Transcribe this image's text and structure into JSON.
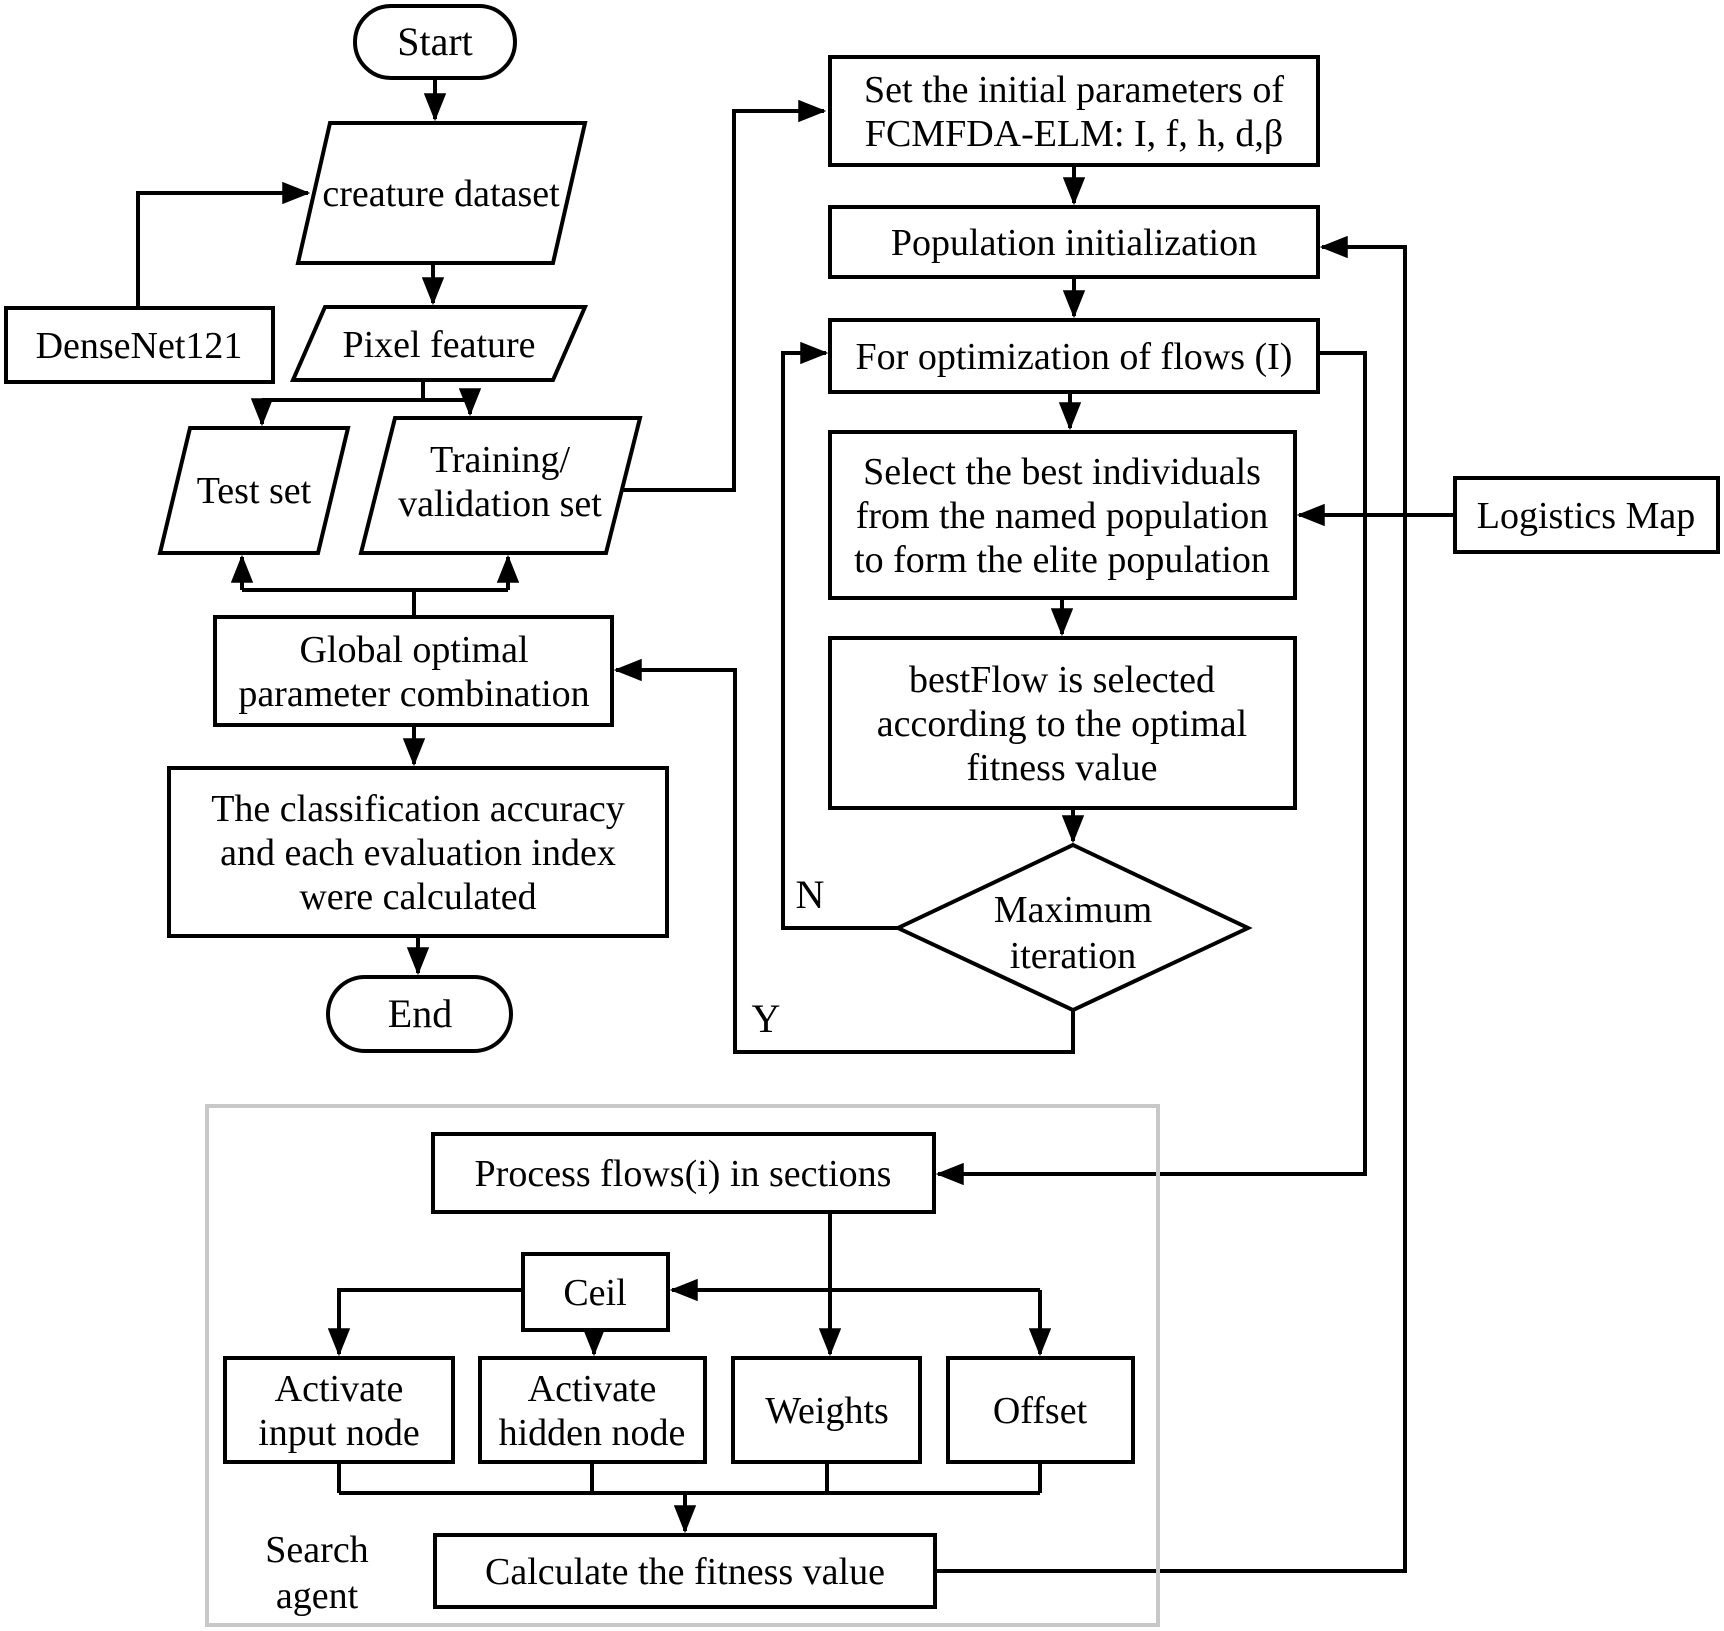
{
  "diagram_type": "flowchart",
  "colors": {
    "line": "#000000",
    "shape_fill": "#ffffff",
    "text": "#000000",
    "container_border": "#c8c8c8",
    "background": "#ffffff"
  },
  "nodes": {
    "start": {
      "shape": "terminator",
      "label": "Start"
    },
    "creature_dataset": {
      "shape": "parallelogram",
      "label": "creature dataset"
    },
    "densenet121": {
      "shape": "rect",
      "label": "DenseNet121"
    },
    "pixel_feature": {
      "shape": "parallelogram",
      "label": "Pixel feature"
    },
    "test_set": {
      "shape": "parallelogram",
      "label": "Test set"
    },
    "training_validation": {
      "shape": "parallelogram",
      "lines": [
        "Training/",
        "validation set"
      ]
    },
    "global_optimal": {
      "shape": "rect",
      "lines": [
        "Global optimal",
        "parameter combination"
      ]
    },
    "classification_accuracy": {
      "shape": "rect",
      "lines": [
        "The classification accuracy",
        "and each evaluation index",
        "were calculated"
      ]
    },
    "end": {
      "shape": "terminator",
      "label": "End"
    },
    "set_params": {
      "shape": "rect",
      "lines": [
        "Set the initial parameters of",
        "FCMFDA-ELM: I, f, h, d,β"
      ]
    },
    "population_init": {
      "shape": "rect",
      "label": "Population initialization"
    },
    "for_optimization": {
      "shape": "rect",
      "label": "For optimization of flows (I)"
    },
    "select_best": {
      "shape": "rect",
      "lines": [
        "Select the best individuals",
        "from the named population",
        "to form the elite population"
      ]
    },
    "best_flow": {
      "shape": "rect",
      "lines": [
        "bestFlow is selected",
        "according to the optimal",
        "fitness value"
      ]
    },
    "max_iteration": {
      "shape": "decision",
      "lines": [
        "Maximum",
        "iteration"
      ]
    },
    "logistics_map": {
      "shape": "rect",
      "label": "Logistics Map"
    },
    "process_flows": {
      "shape": "rect",
      "label": "Process flows(i) in sections"
    },
    "ceil": {
      "shape": "rect",
      "label": "Ceil"
    },
    "activate_input": {
      "shape": "rect",
      "lines": [
        "Activate",
        "input node"
      ]
    },
    "activate_hidden": {
      "shape": "rect",
      "lines": [
        "Activate",
        "hidden node"
      ]
    },
    "weights": {
      "shape": "rect",
      "label": "Weights"
    },
    "offset": {
      "shape": "rect",
      "label": "Offset"
    },
    "calculate_fitness": {
      "shape": "rect",
      "label": "Calculate the fitness value"
    }
  },
  "branch_labels": {
    "no": "N",
    "yes": "Y"
  },
  "annotations": {
    "search_agent_lines": [
      "Search",
      "agent"
    ]
  }
}
